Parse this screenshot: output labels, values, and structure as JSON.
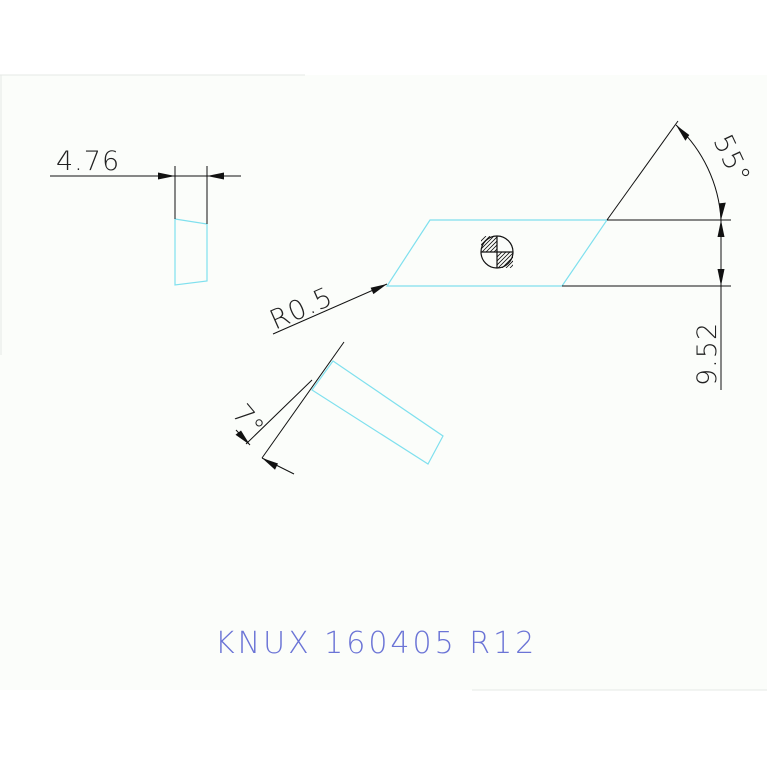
{
  "drawing": {
    "dimensions": {
      "thickness": "4.76",
      "corner_radius": "R0.5",
      "included_angle": "55°",
      "inscribed_height": "9.52",
      "clearance_angle": "7°"
    },
    "title": "KNUX 160405 R12",
    "colors": {
      "background": "#fbfdfa",
      "insert_outline": "#7fe0ee",
      "dimension_lines": "#111111",
      "dimension_text": "#222222",
      "title_text": "#6b74d6"
    }
  }
}
